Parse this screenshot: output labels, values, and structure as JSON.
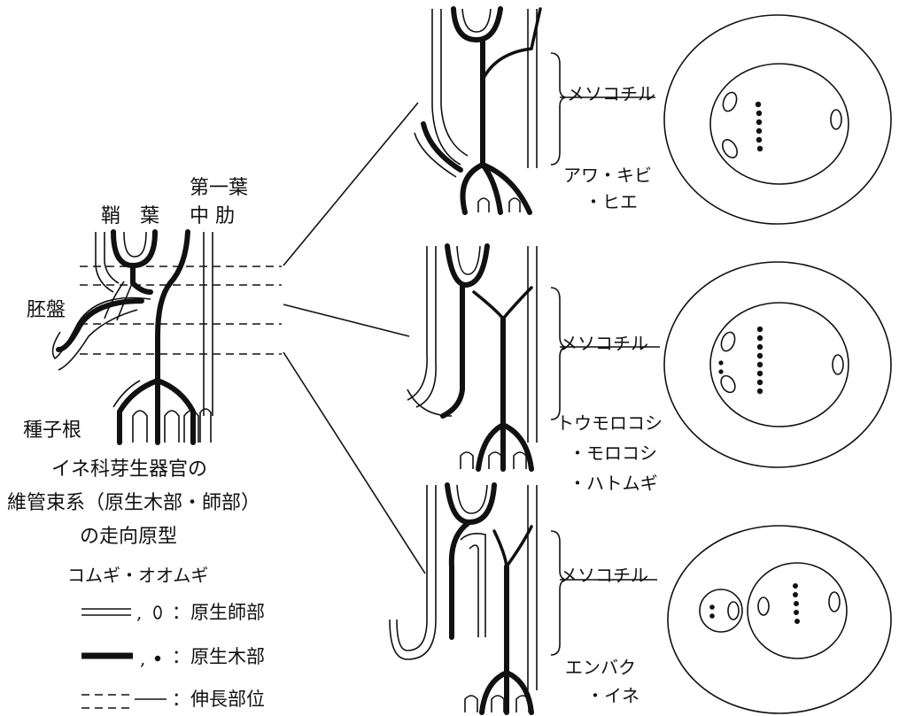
{
  "labels": {
    "first_leaf": "第一葉",
    "coleoptile": "鞘　葉",
    "midrib": "中 肋",
    "scutellum": "胚盤",
    "seminal_root": "種子根"
  },
  "caption": {
    "line1": "イネ科芽生器官の",
    "line2": "維管束系（原生木部・師部）",
    "line3": "の走向原型",
    "line4": "コムギ・オオムギ"
  },
  "legend": {
    "phloem_label": "：原生師部",
    "xylem_label": "：原生木部",
    "elongation_label": "：伸長部位",
    "sep": ","
  },
  "types": [
    {
      "mesocotyl": "メソコチル",
      "species_1": "アワ・キビ",
      "species_2": "・ヒエ",
      "species_3": ""
    },
    {
      "mesocotyl": "メソコチル",
      "species_1": "トウモロコシ",
      "species_2": "・モロコシ",
      "species_3": "・ハトムギ"
    },
    {
      "mesocotyl": "メソコチル",
      "species_1": "エンバク",
      "species_2": "・イネ",
      "species_3": ""
    }
  ]
}
